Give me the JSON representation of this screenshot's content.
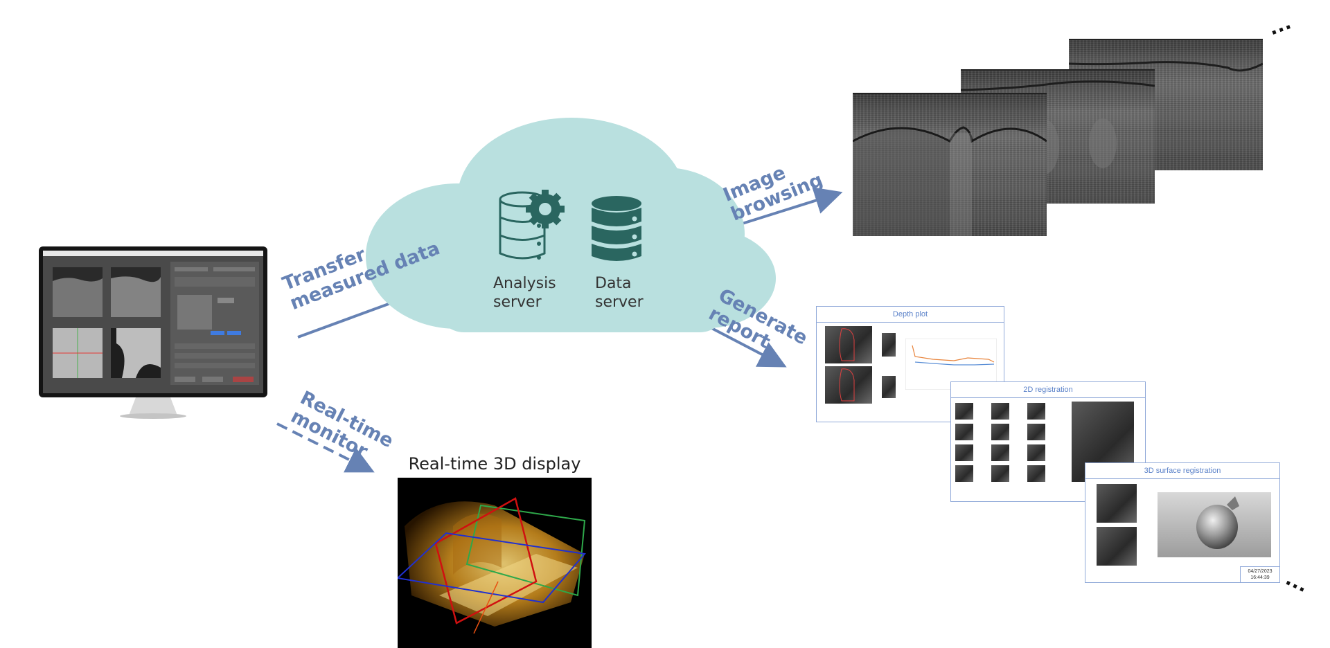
{
  "arrows": {
    "transfer": "Transfer\nmeasured data",
    "realtime": "Real-time\nmonitor",
    "image_browsing": "Image\nbrowsing",
    "generate_report": "Generate\nreport"
  },
  "servers": {
    "analysis": "Analysis\nserver",
    "data": "Data\nserver"
  },
  "realtime_display_title": "Real-time 3D display",
  "reports": {
    "depth_plot": "Depth plot",
    "registration_2d": "2D registration",
    "surface_3d": "3D surface registration",
    "timestamp_date": "04/27/2023",
    "timestamp_time": "16:44:39"
  },
  "ellipsis": "…",
  "colors": {
    "cloud": "#b9e0df",
    "server_icon": "#2a6660",
    "arrow": "#6682b4",
    "report_border": "#8fa8d8"
  }
}
